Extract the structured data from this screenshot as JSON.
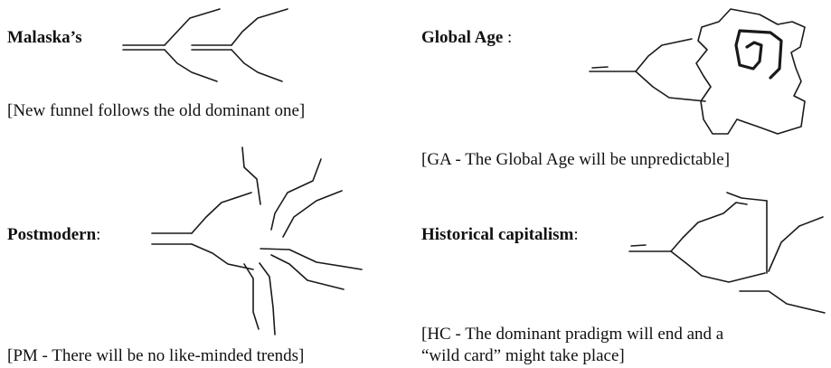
{
  "panels": [
    {
      "id": "malaska",
      "title": "Malaska’s",
      "title_suffix": "",
      "caption_lines": [
        "[New funnel follows the old dominant one]"
      ]
    },
    {
      "id": "global-age",
      "title": "Global Age",
      "title_suffix": " :",
      "caption_lines": [
        "[GA - The Global Age will be unpredictable]"
      ]
    },
    {
      "id": "postmodern",
      "title": "Postmodern",
      "title_suffix": ":",
      "caption_lines": [
        "[PM - There will be no like-minded trends]"
      ]
    },
    {
      "id": "historical-capitalism",
      "title": "Historical capitalism",
      "title_suffix": ":",
      "caption_lines": [
        "[HC - The dominant pradigm will end and a",
        "“wild card” might take place]"
      ]
    }
  ]
}
